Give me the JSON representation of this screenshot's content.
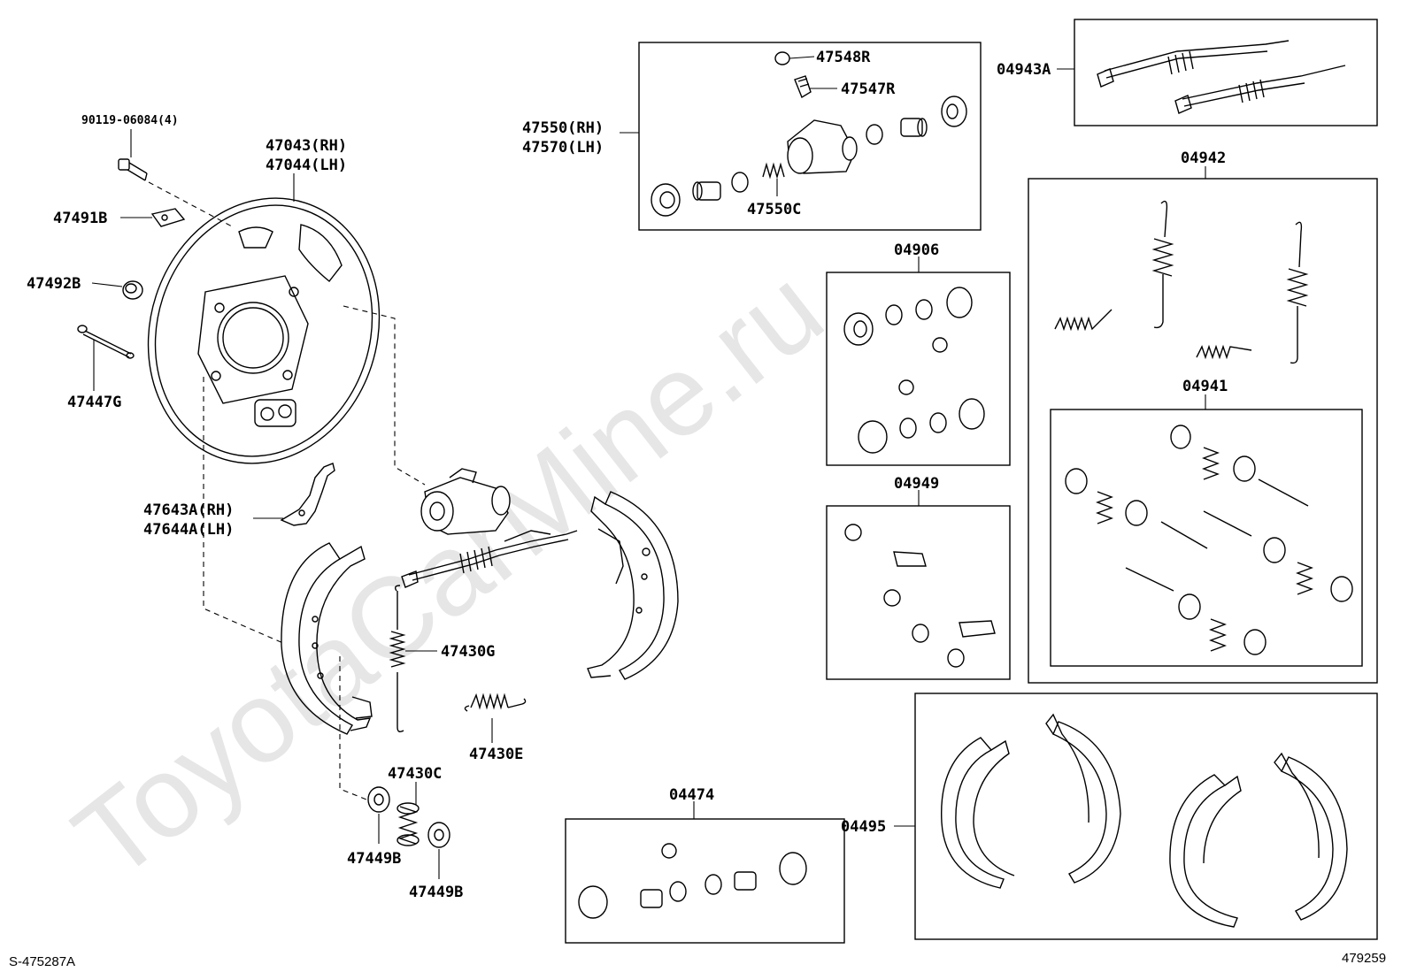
{
  "watermark": "ToyotaCarMine.ru",
  "footer": {
    "left_code": "S-475287A",
    "right_code": "479259"
  },
  "labels": {
    "bolt": "90119-06084(4)",
    "plate_rh": "47043(RH)",
    "plate_lh": "47044(LH)",
    "p47491b": "47491B",
    "p47492b": "47492B",
    "p47447g": "47447G",
    "lever_rh": "47643A(RH)",
    "lever_lh": "47644A(LH)",
    "p47430g": "47430G",
    "p47430e": "47430E",
    "p47430c": "47430C",
    "p47449b_a": "47449B",
    "p47449b_b": "47449B",
    "p47548r": "47548R",
    "p47547r": "47547R",
    "cyl_rh": "47550(RH)",
    "cyl_lh": "47570(LH)",
    "p47550c": "47550C",
    "k04943a": "04943A",
    "k04942": "04942",
    "k04906": "04906",
    "k04941": "04941",
    "k04949": "04949",
    "k04474": "04474",
    "k04495": "04495"
  }
}
